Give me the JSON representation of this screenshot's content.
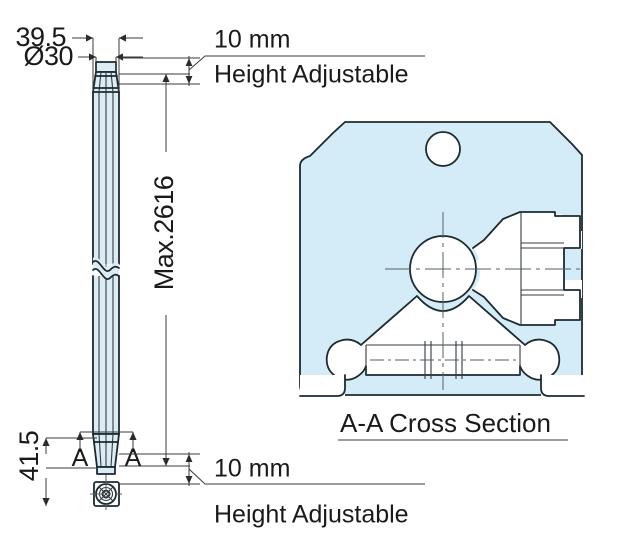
{
  "drawing": {
    "title": "Height Adjustable Pole Assembly Technical Drawing",
    "colors": {
      "fill_blue": "#d4ecf7",
      "outline": "#1d2a30",
      "dimension": "#2b2b2b",
      "background": "#ffffff"
    },
    "dimensions": {
      "outer_width": "39.5",
      "diameter": "Ø30",
      "max_height": "Max.2616",
      "base_height": "41.5"
    },
    "notes": {
      "top_value": "10 mm",
      "top_label": "Height Adjustable",
      "bottom_value": "10 mm",
      "bottom_label": "Height Adjustable"
    },
    "section": {
      "marker_left": "A",
      "marker_right": "A",
      "caption": "A-A Cross Section"
    }
  }
}
